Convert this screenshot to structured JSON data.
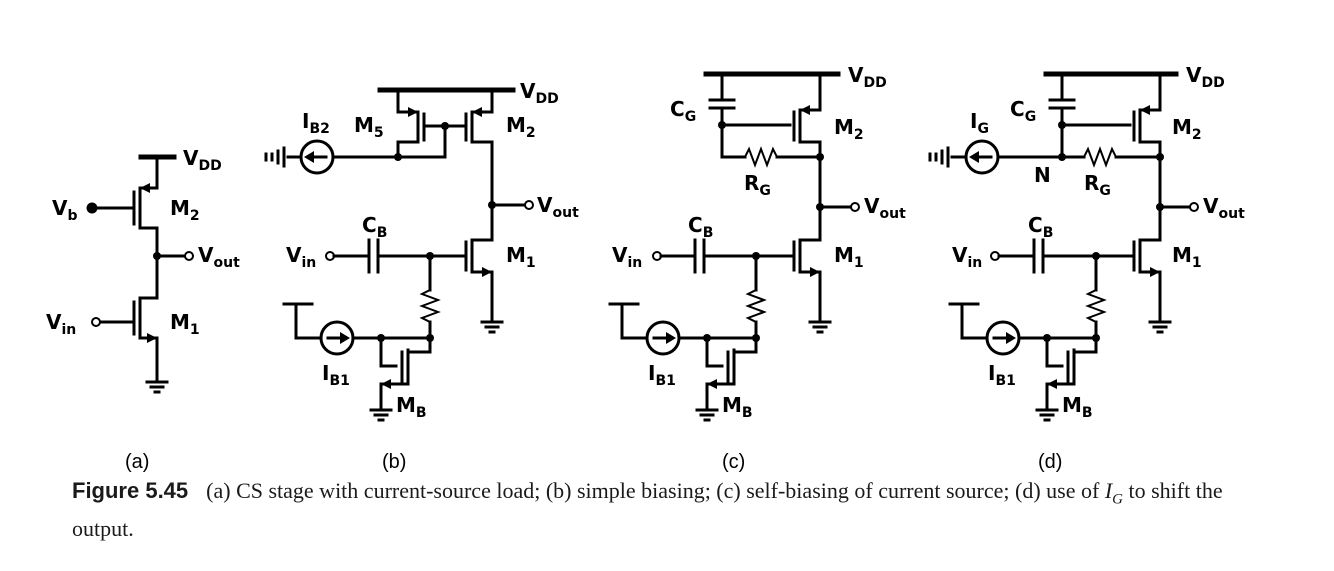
{
  "circuits": {
    "a": {
      "sublabel": "(a)",
      "vdd": "V",
      "vdd_sub": "DD",
      "vb": "V",
      "vb_sub": "b",
      "vin": "V",
      "vin_sub": "in",
      "vout": "V",
      "vout_sub": "out",
      "m1": "M",
      "m1_sub": "1",
      "m2": "M",
      "m2_sub": "2"
    },
    "b": {
      "sublabel": "(b)",
      "vdd": "V",
      "vdd_sub": "DD",
      "ib2": "I",
      "ib2_sub": "B2",
      "m5": "M",
      "m5_sub": "5",
      "m2": "M",
      "m2_sub": "2",
      "vout": "V",
      "vout_sub": "out",
      "cb": "C",
      "cb_sub": "B",
      "vin": "V",
      "vin_sub": "in",
      "m1": "M",
      "m1_sub": "1",
      "ib1": "I",
      "ib1_sub": "B1",
      "mb": "M",
      "mb_sub": "B"
    },
    "c": {
      "sublabel": "(c)",
      "vdd": "V",
      "vdd_sub": "DD",
      "cg": "C",
      "cg_sub": "G",
      "m2": "M",
      "m2_sub": "2",
      "rg": "R",
      "rg_sub": "G",
      "vout": "V",
      "vout_sub": "out",
      "cb": "C",
      "cb_sub": "B",
      "vin": "V",
      "vin_sub": "in",
      "m1": "M",
      "m1_sub": "1",
      "ib1": "I",
      "ib1_sub": "B1",
      "mb": "M",
      "mb_sub": "B"
    },
    "d": {
      "sublabel": "(d)",
      "vdd": "V",
      "vdd_sub": "DD",
      "ig": "I",
      "ig_sub": "G",
      "cg": "C",
      "cg_sub": "G",
      "m2": "M",
      "m2_sub": "2",
      "n": "N",
      "rg": "R",
      "rg_sub": "G",
      "vout": "V",
      "vout_sub": "out",
      "cb": "C",
      "cb_sub": "B",
      "vin": "V",
      "vin_sub": "in",
      "m1": "M",
      "m1_sub": "1",
      "ib1": "I",
      "ib1_sub": "B1",
      "mb": "M",
      "mb_sub": "B"
    }
  },
  "caption": {
    "figure_label": "Figure 5.45",
    "text_main": "(a) CS stage with current-source load; (b) simple biasing; (c) self-biasing of current source; (d) use of ",
    "ig_symbol": "I",
    "ig_sub": "G",
    "text_end": " to shift the output."
  }
}
